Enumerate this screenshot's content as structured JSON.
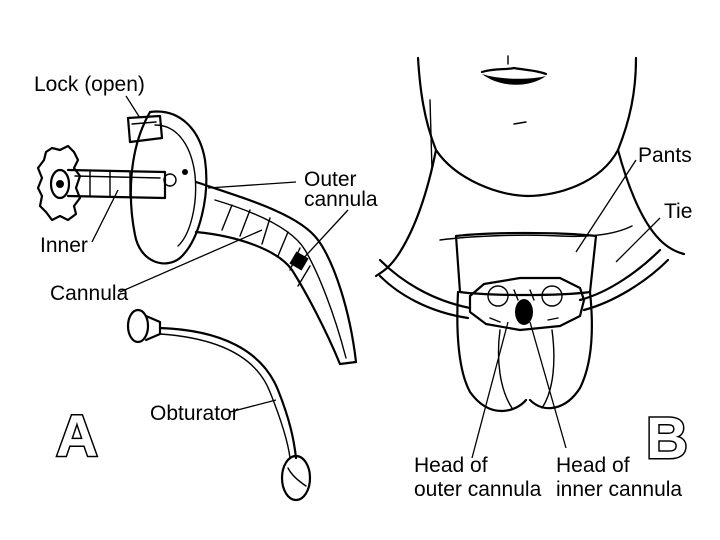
{
  "panel_a": {
    "letter": "A",
    "labels": {
      "lock": "Lock (open)",
      "inner": "Inner",
      "cannula": "Cannula",
      "outer_line1": "Outer",
      "outer_line2": "cannula",
      "obturator": "Obturator"
    }
  },
  "panel_b": {
    "letter": "B",
    "labels": {
      "pants": "Pants",
      "tie": "Tie",
      "head_outer_line1": "Head of",
      "head_outer_line2": "outer cannula",
      "head_inner_line1": "Head of",
      "head_inner_line2": "inner cannula"
    }
  }
}
